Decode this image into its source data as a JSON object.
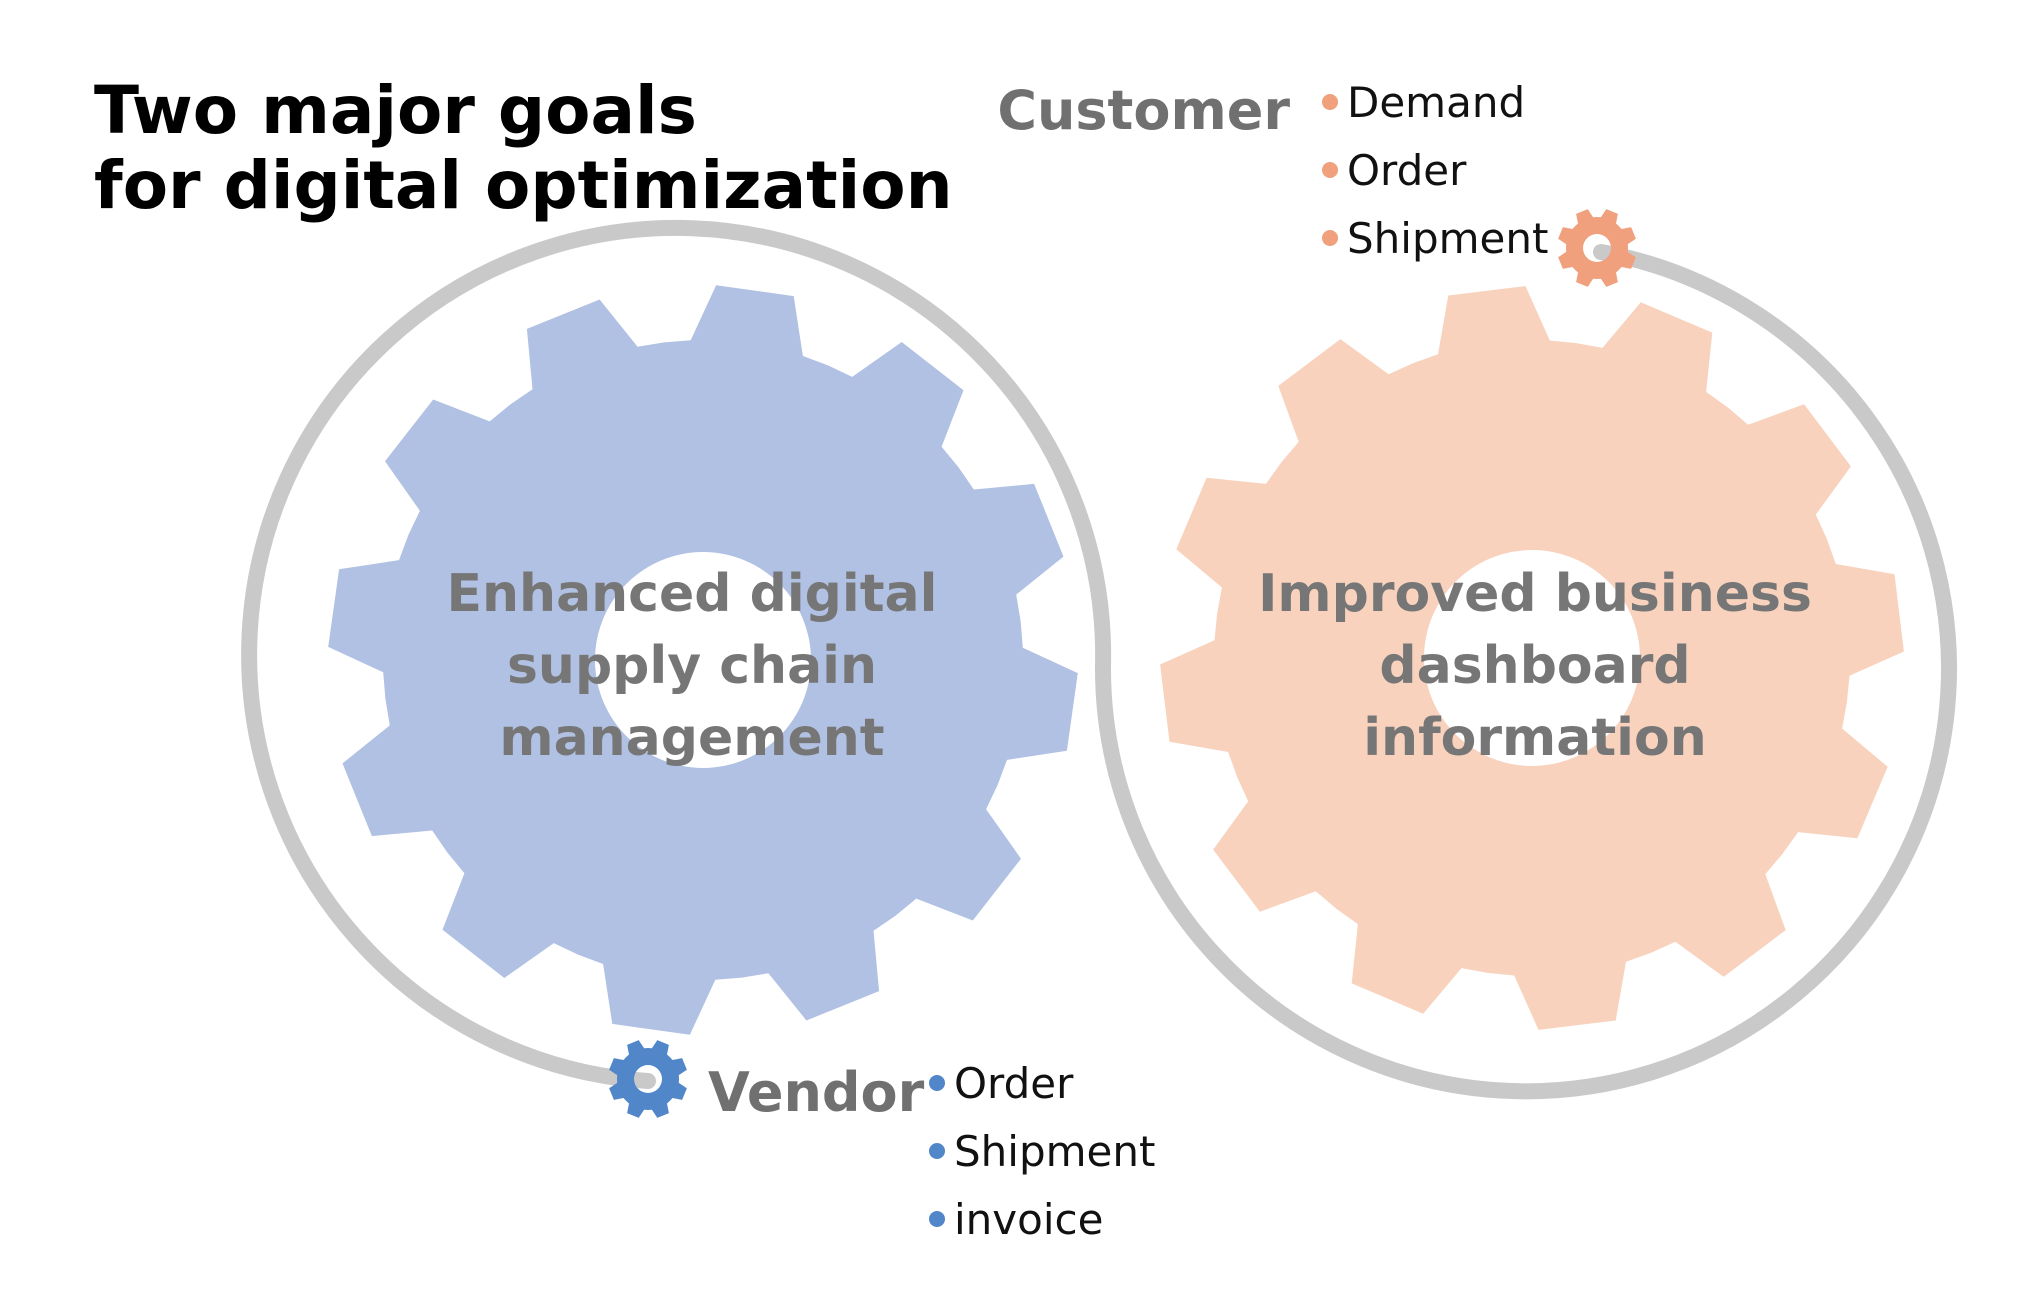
{
  "title": {
    "line1": "Two major goals",
    "line2": "for digital optimization"
  },
  "gears": {
    "left": {
      "label_lines": [
        "Enhanced digital",
        "supply chain",
        "management"
      ],
      "color": "#b1c1e3"
    },
    "right": {
      "label_lines": [
        "Improved business",
        "dashboard",
        "information"
      ],
      "color": "#f8d2bd"
    }
  },
  "customer": {
    "label": "Customer",
    "items": [
      "Demand",
      "Order",
      "Shipment"
    ],
    "color": "#f0a07c"
  },
  "vendor": {
    "label": "Vendor",
    "items": [
      "Order",
      "Shipment",
      "invoice"
    ],
    "color": "#5187c9"
  },
  "track_color": "#c9c9c9"
}
